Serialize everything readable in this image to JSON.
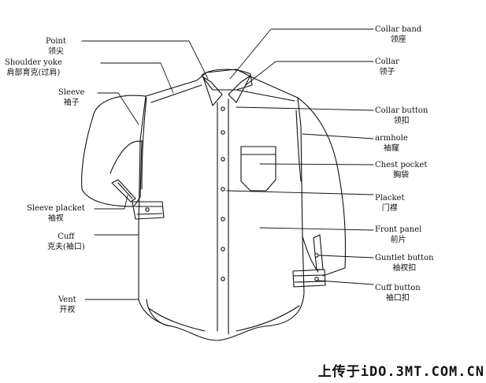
{
  "labels_left": [
    {
      "id": "point",
      "en": "Point",
      "zh": "领尖"
    },
    {
      "id": "shoulder-yoke",
      "en": "Shoulder yoke",
      "zh": "肩部育克(过肩)"
    },
    {
      "id": "sleeve",
      "en": "Sleeve",
      "zh": "袖子"
    },
    {
      "id": "sleeve-placket",
      "en": "Sleeve placket",
      "zh": "袖衩"
    },
    {
      "id": "cuff",
      "en": "Cuff",
      "zh": "克夫(袖口)"
    },
    {
      "id": "vent",
      "en": "Vent",
      "zh": "开衩"
    }
  ],
  "labels_right": [
    {
      "id": "collar-band",
      "en": "Collar band",
      "zh": "领座"
    },
    {
      "id": "collar",
      "en": "Collar",
      "zh": "领子"
    },
    {
      "id": "collar-button",
      "en": "Collar button",
      "zh": "领扣"
    },
    {
      "id": "armhole",
      "en": "armhole",
      "zh": "袖窿"
    },
    {
      "id": "chest-pocket",
      "en": "Chest pocket",
      "zh": "胸袋"
    },
    {
      "id": "placket",
      "en": "Placket",
      "zh": "门襟"
    },
    {
      "id": "front-panel",
      "en": "Front panel",
      "zh": "前片"
    },
    {
      "id": "guntlet-button",
      "en": "Guntlet button",
      "zh": "袖衩扣"
    },
    {
      "id": "cuff-button",
      "en": "Cuff button",
      "zh": "袖口扣"
    }
  ],
  "watermark": "上传于iDO.3MT.COM.CN"
}
